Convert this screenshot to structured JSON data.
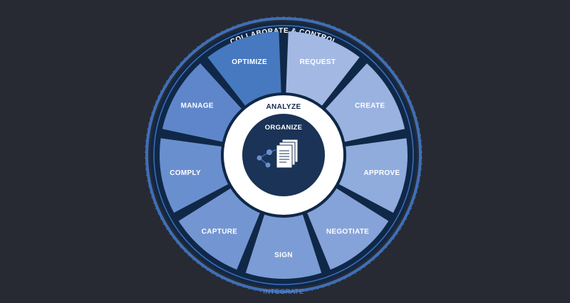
{
  "diagram": {
    "outer_ring_label": "COLLABORATE & CONTROL",
    "bottom_label": "INTEGRATE",
    "inner_ring_label": "ANALYZE",
    "center_label": "ORGANIZE",
    "center_icon": "documents-network-icon",
    "segments": [
      {
        "label": "REQUEST",
        "color": "#a3b9e3"
      },
      {
        "label": "CREATE",
        "color": "#99b2e0"
      },
      {
        "label": "APPROVE",
        "color": "#8facdd"
      },
      {
        "label": "NEGOTIATE",
        "color": "#85a3d8"
      },
      {
        "label": "SIGN",
        "color": "#7c9cd5"
      },
      {
        "label": "CAPTURE",
        "color": "#7396d2"
      },
      {
        "label": "COMPLY",
        "color": "#6a8fcf"
      },
      {
        "label": "MANAGE",
        "color": "#5f86ca"
      },
      {
        "label": "OPTIMIZE",
        "color": "#4679bf"
      }
    ],
    "colors": {
      "background": "#272a33",
      "ring_dark": "#102847",
      "ring_accent": "#3f6fb8",
      "center_circle": "#1a3356",
      "inner_white": "#ffffff"
    }
  }
}
